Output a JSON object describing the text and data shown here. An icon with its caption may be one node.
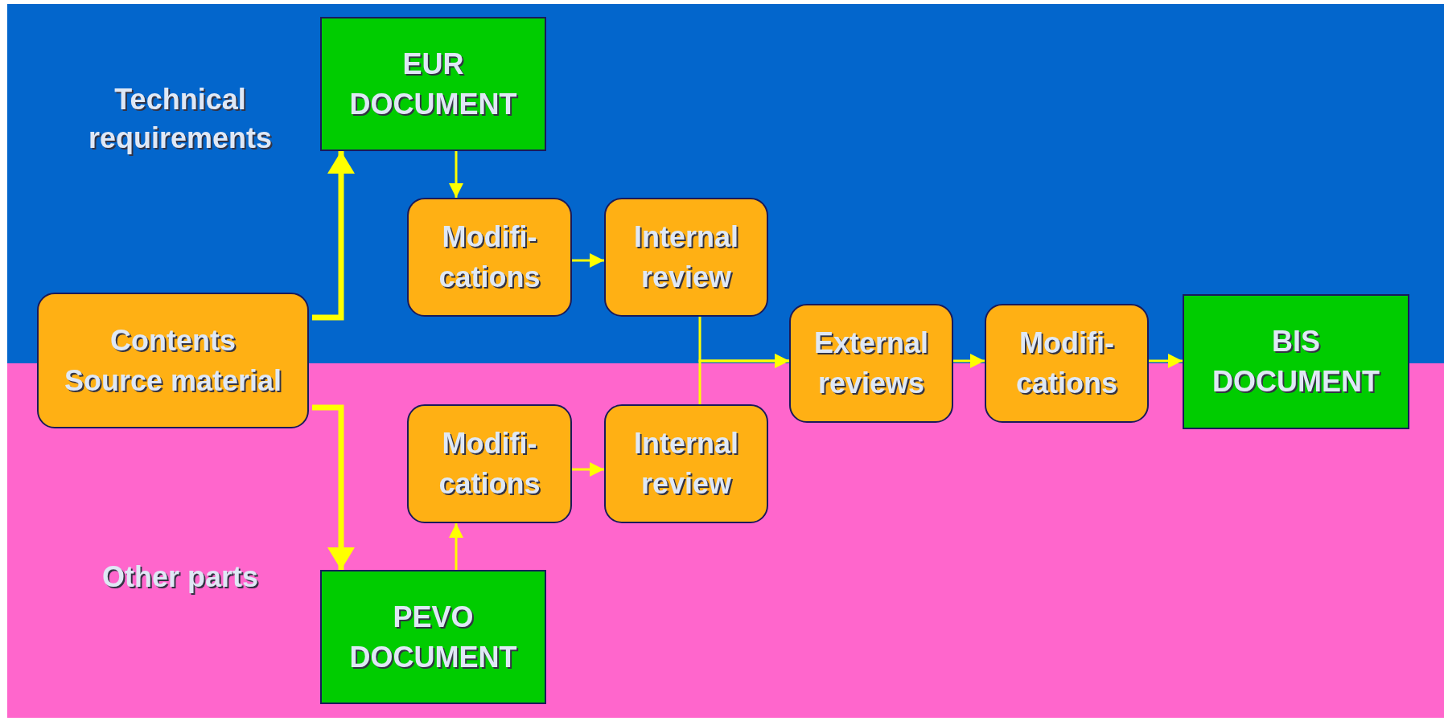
{
  "diagram": {
    "nodes": [
      {
        "text": [
          "Technical requirements"
        ]
      },
      {
        "text": [
          "Other parts"
        ]
      },
      {
        "text": [
          "EUR DOCUMENT"
        ],
        "in": 0
      },
      {
        "text": [
          "Contents Source material"
        ]
      },
      {
        "text": [
          "Modifi- cations"
        ],
        "in": 0
      },
      {
        "text": [
          "Internal review"
        ],
        "in": 0
      },
      {
        "text": [
          "Modifi- cations"
        ],
        "in": 1
      },
      {
        "text": [
          "Internal review"
        ],
        "in": 1
      },
      {
        "text": [
          "External reviews"
        ]
      },
      {
        "text": [
          "Modifi- cations"
        ]
      },
      {
        "text": [
          "BIS DOCUMENT"
        ]
      },
      {
        "text": [
          "PEVO DOCUMENT"
        ],
        "in": 1
      }
    ],
    "edges": [
      {
        "from": 3,
        "to": 2,
        "arrow": "to",
        "style": "thick"
      },
      {
        "from": 3,
        "to": 11,
        "arrow": "to",
        "style": "thick"
      },
      {
        "from": 2,
        "to": 4,
        "arrow": "to"
      },
      {
        "from": 4,
        "to": 5,
        "arrow": "to"
      },
      {
        "from": 11,
        "to": 6,
        "arrow": "to"
      },
      {
        "from": 6,
        "to": 7,
        "arrow": "to"
      },
      {
        "from": 5,
        "to": 8,
        "arrow": "to"
      },
      {
        "from": 7,
        "to": 8,
        "arrow": "to"
      },
      {
        "from": 8,
        "to": 9,
        "arrow": "to"
      },
      {
        "from": 9,
        "to": 10,
        "arrow": "to"
      }
    ]
  }
}
